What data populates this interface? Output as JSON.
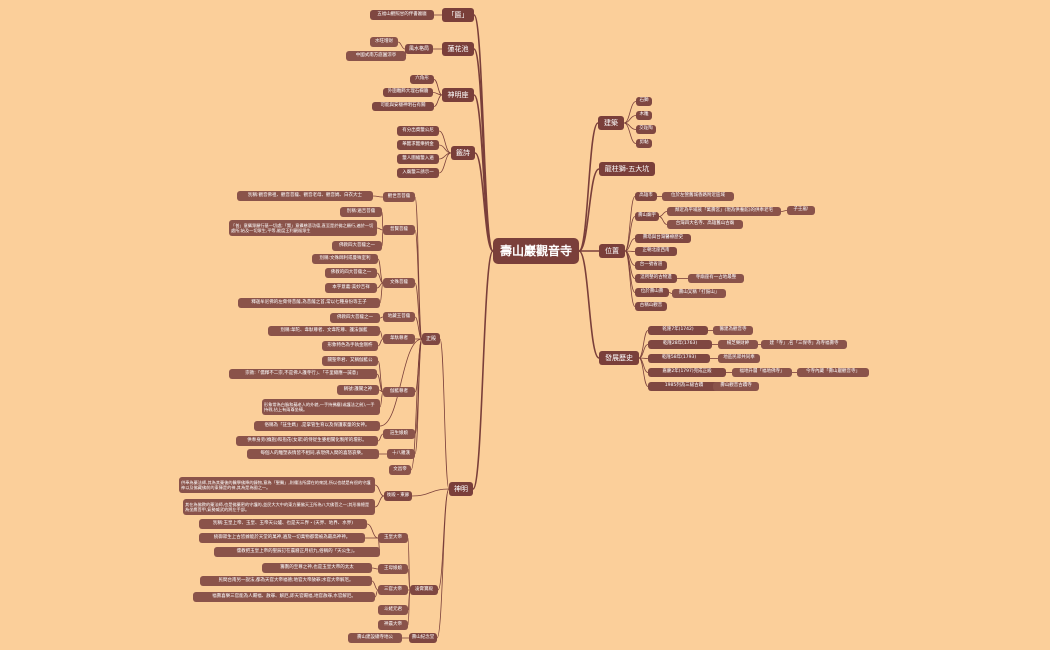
{
  "root": {
    "id": "root",
    "label": "壽山巖觀音寺"
  },
  "colors": {
    "background": "#fbcf9a",
    "node": "#7a3f3a",
    "line": "#7a3f3a"
  },
  "nodes": [
    {
      "id": "a",
      "label": "「匾」",
      "parent": "root"
    },
    {
      "id": "a1",
      "label": "五福山觀照甘的伴書匾匾",
      "parent": "a"
    },
    {
      "id": "b",
      "label": "蓮花池",
      "parent": "root"
    },
    {
      "id": "b1",
      "label": "風水格局",
      "parent": "b"
    },
    {
      "id": "b1a",
      "label": "水旺增財",
      "parent": "b1"
    },
    {
      "id": "b1b",
      "label": "中國式南方庭園涼亭",
      "parent": "b1"
    },
    {
      "id": "c",
      "label": "神明座",
      "parent": "root"
    },
    {
      "id": "c1",
      "label": "六角形",
      "parent": "c"
    },
    {
      "id": "c2",
      "label": "外圍雕飾大理石欄牆",
      "parent": "c"
    },
    {
      "id": "c3",
      "label": "可能與安穩神明石有關",
      "parent": "c"
    },
    {
      "id": "d",
      "label": "籤詩",
      "parent": "root"
    },
    {
      "id": "d1",
      "label": "有分出資籤公尼",
      "parent": "d"
    },
    {
      "id": "d2",
      "label": "舉籤求籤樂捐金",
      "parent": "d"
    },
    {
      "id": "d3",
      "label": "籤人圖繪籤入遍",
      "parent": "d"
    },
    {
      "id": "d4",
      "label": "入廟籤三請示一",
      "parent": "d"
    },
    {
      "id": "e",
      "label": "神明",
      "parent": "root"
    },
    {
      "id": "e1",
      "label": "正殿",
      "parent": "e"
    },
    {
      "id": "e1a",
      "label": "觀世音菩薩",
      "parent": "e1"
    },
    {
      "id": "e1a1",
      "label": "別稱:觀音佛祖、觀音菩薩、觀音老母、觀音媽、白衣大士",
      "parent": "e1a"
    },
    {
      "id": "e1b",
      "label": "普賢菩薩",
      "parent": "e1"
    },
    {
      "id": "e1b1",
      "label": "別稱:遍吉菩薩",
      "parent": "e1b"
    },
    {
      "id": "e1b2",
      "label": "「普」意攝眾願行基一切處;「賢」意攝慈悲功德,直至是於佛之願行,遍於一切處所;始及一切眾生,平等,能度王利觀福眾生",
      "parent": "e1b"
    },
    {
      "id": "e1b3",
      "label": "佛教四大菩薩之一",
      "parent": "e1b"
    },
    {
      "id": "e1c",
      "label": "文殊菩薩",
      "parent": "e1"
    },
    {
      "id": "e1c1",
      "label": "別稱:文殊師利或曼殊室利",
      "parent": "e1c"
    },
    {
      "id": "e1c2",
      "label": "佛教的四大菩薩之一",
      "parent": "e1c"
    },
    {
      "id": "e1c3",
      "label": "本字意義:美妙吉祥",
      "parent": "e1c"
    },
    {
      "id": "e1c4",
      "label": "釋迦牟尼佛的左脅侍菩薩,為菩薩之首,常以七種身份等王子",
      "parent": "e1c"
    },
    {
      "id": "e1d",
      "label": "地藏王菩薩",
      "parent": "e1"
    },
    {
      "id": "e1d1",
      "label": "佛教四大菩薩之一",
      "parent": "e1d"
    },
    {
      "id": "e1e",
      "label": "韋馱尊者",
      "parent": "e1"
    },
    {
      "id": "e1e1",
      "label": "別稱:韋陀、韋馱尊者、文韋陀尊、護法伽藍",
      "parent": "e1e"
    },
    {
      "id": "e1e2",
      "label": "形象特色為手執金剛杵",
      "parent": "e1e"
    },
    {
      "id": "e1f",
      "label": "伽藍尊者",
      "parent": "e1"
    },
    {
      "id": "e1f1",
      "label": "關聖帝君、又稱伽藍公",
      "parent": "e1f"
    },
    {
      "id": "e1f2",
      "label": "宗教:「儒釋不二宗,不是佛人護寺行」、「千里總應一誠意」",
      "parent": "e1f"
    },
    {
      "id": "e1f3",
      "label": "稱號:護關之神",
      "parent": "e1f"
    },
    {
      "id": "e1f4",
      "label": "形象常為白臉和藹老人的外貌,一手持拂塵(或護法之劍),一手持戟,拈上有兩尊坐騎。",
      "parent": "e1f"
    },
    {
      "id": "e1g",
      "label": "註生娘娘",
      "parent": "e1"
    },
    {
      "id": "e1g1",
      "label": "俗稱為「註生媽」,是掌管生育以及保護家童的女神。",
      "parent": "e1"
    },
    {
      "id": "e1g2",
      "label": "供奉身旁(撫抱)和抱花(女眾)的侍從生婆相關化製所的壇形。",
      "parent": "e1g"
    },
    {
      "id": "e1h",
      "label": "十八羅漢",
      "parent": "e1"
    },
    {
      "id": "e1h1",
      "label": "每個人的雕塑表情皆不相同,表現佛入間的喜怒哀樂。",
      "parent": "e1h"
    },
    {
      "id": "e1i",
      "label": "文昌帝",
      "parent": "e1"
    },
    {
      "id": "e2",
      "label": "後殿・東廊",
      "parent": "e"
    },
    {
      "id": "e2a",
      "label": "供奉為藥法師,其為其藥後的醫學佛降的鍊物,意為「聖醫」,則儒法所謂在的來說,所以也就是有很的守護神以及佛藏佛前的東陳是的神,其為是為國之一。",
      "parent": "e2"
    },
    {
      "id": "e2b",
      "label": "其在為佛教的藥法師,也是佛藥密的守護的,並民大大中的東方藥佛天王所為八大佛菩之一;其形像總是為坐鷹菩甲,氣勢威武的將左手部。",
      "parent": "e2"
    },
    {
      "id": "e3",
      "label": "凌霄寶殿",
      "parent": "e"
    },
    {
      "id": "e3a",
      "label": "玉皇大帝",
      "parent": "e3"
    },
    {
      "id": "e3a1",
      "label": "別稱:玉皇上帝、玉皇、玉帝天公爐、也是天三界・(天界、地界、水界)",
      "parent": "e3a"
    },
    {
      "id": "e3a2",
      "label": "統御眾生上古皆據能於天堂的萬神,遍及一切萬物都需被為最高神神。",
      "parent": "e3a"
    },
    {
      "id": "e3a3",
      "label": "儒教把玉皇上帝的聖辰訂在農曆正月初九,俗稱的「天公生」。",
      "parent": "e3a"
    },
    {
      "id": "e3b",
      "label": "王母娘娘",
      "parent": "e3"
    },
    {
      "id": "e3b1",
      "label": "籌劃的至尊之神,也是玉皇大帝的太太",
      "parent": "e3b"
    },
    {
      "id": "e3c",
      "label": "三官大帝",
      "parent": "e3"
    },
    {
      "id": "e3c1",
      "label": "民間台南另一說法,都為天官大帝福德;地官大帝赦罪;水官大帝解厄。",
      "parent": "e3c"
    },
    {
      "id": "e3c2",
      "label": "福壽喜樂三官能為人賜福、赦罪、解厄,即天官賜福,地官赦罪,水官解厄。",
      "parent": "e3c"
    },
    {
      "id": "e3d",
      "label": "斗姥元君",
      "parent": "e3"
    },
    {
      "id": "e3e",
      "label": "神農大帝",
      "parent": "e3"
    },
    {
      "id": "e4",
      "label": "壽山紀念堂",
      "parent": "e"
    },
    {
      "id": "e4a",
      "label": "壽山建設總寺地公",
      "parent": "e4"
    },
    {
      "id": "f",
      "label": "建築",
      "parent": "root"
    },
    {
      "id": "f1",
      "label": "石獅",
      "parent": "f"
    },
    {
      "id": "f2",
      "label": "木雕",
      "parent": "f"
    },
    {
      "id": "f3",
      "label": "交趾陶",
      "parent": "f"
    },
    {
      "id": "f4",
      "label": "剪黏",
      "parent": "f"
    },
    {
      "id": "g",
      "label": "龍柱獅-五大坑",
      "parent": "root"
    },
    {
      "id": "h",
      "label": "位置",
      "parent": "root"
    },
    {
      "id": "h1",
      "label": "高雄市",
      "parent": "h"
    },
    {
      "id": "h1a",
      "label": "位於左營舊城香路附近區域",
      "parent": "h1"
    },
    {
      "id": "h2",
      "label": "壽山廟宇",
      "parent": "h"
    },
    {
      "id": "h2a",
      "label": "鄰近為平埔族「萬壽宮」(現為供養館)的供奉老宅",
      "parent": "h2"
    },
    {
      "id": "h2a1",
      "label": "子壬嵐!",
      "parent": "h2a"
    },
    {
      "id": "h2b",
      "label": "台灣四大名寺、高雄舊山古廟",
      "parent": "h2"
    },
    {
      "id": "h3",
      "label": "壽塔與台灣醫療歷史",
      "parent": "h"
    },
    {
      "id": "h4",
      "label": "正朝北座西南",
      "parent": "h"
    },
    {
      "id": "h5",
      "label": "台一號省道",
      "parent": "h"
    },
    {
      "id": "h6",
      "label": "這所整的古物遺",
      "parent": "h"
    },
    {
      "id": "h6a",
      "label": "寺廟座有一占地最整",
      "parent": "h6"
    },
    {
      "id": "h7",
      "label": "位於壽山壽",
      "parent": "h"
    },
    {
      "id": "h7a",
      "label": "壽山又稱「打鼓山」",
      "parent": "h7"
    },
    {
      "id": "h8",
      "label": "古稱山觀音",
      "parent": "h"
    },
    {
      "id": "i",
      "label": "發展歷史",
      "parent": "root"
    },
    {
      "id": "i1",
      "label": "乾隆7年(1742)",
      "parent": "i"
    },
    {
      "id": "i1a",
      "label": "籌建為觀音寺",
      "parent": "i1"
    },
    {
      "id": "i2",
      "label": "乾隆28年(1763)",
      "parent": "i"
    },
    {
      "id": "i2a",
      "label": "楊芝樂財紳",
      "parent": "i2"
    },
    {
      "id": "i2a1",
      "label": "建「寺」,名「三保寺」為寺福壽寺",
      "parent": "i2a"
    },
    {
      "id": "i3",
      "label": "乾隆58年(1793)",
      "parent": "i"
    },
    {
      "id": "i3a",
      "label": "地區民眾共同奉",
      "parent": "i3"
    },
    {
      "id": "i4",
      "label": "嘉慶2年(1797)完成正殿",
      "parent": "i"
    },
    {
      "id": "i4a",
      "label": "福地升層「福地佛寺」",
      "parent": "i4"
    },
    {
      "id": "i4a1",
      "label": "今寺內藏「壽山巖觀音寺」",
      "parent": "i4a"
    },
    {
      "id": "i5",
      "label": "1985列為三級古蹟",
      "parent": "i"
    },
    {
      "id": "i5a",
      "label": "壽山觀音古蹟寺",
      "parent": "i5"
    }
  ]
}
